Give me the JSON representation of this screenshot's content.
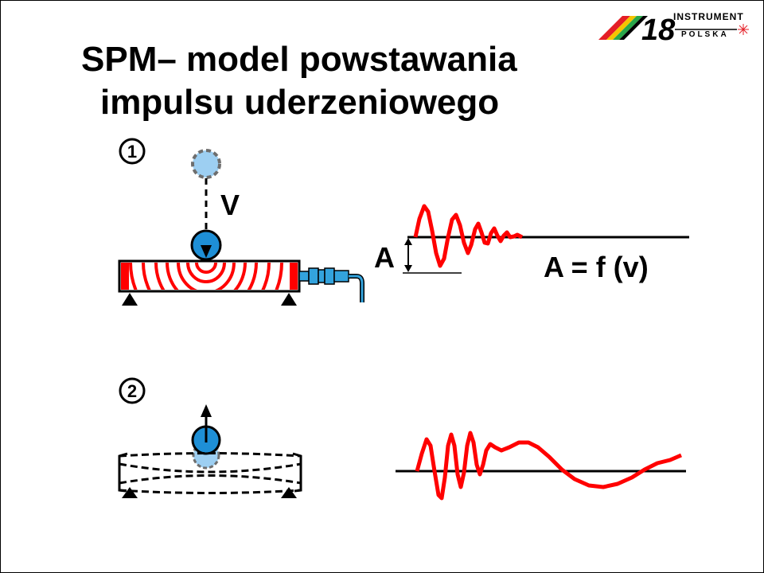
{
  "title": {
    "line1": "SPM– model powstawania",
    "line2": "impulsu uderzeniowego"
  },
  "logo": {
    "mark": "18",
    "word1": "INSTRUMENT",
    "word2": "POLSKA"
  },
  "step1": {
    "number": "1",
    "velocity_label": "V",
    "amplitude_label": "A",
    "formula": "A = f (v)"
  },
  "step2": {
    "number": "2"
  },
  "colors": {
    "wave": "#ff0000",
    "ball": "#1e8fd6",
    "ball_ghost": "#9dcff2",
    "sensor": "#33a3dd"
  }
}
